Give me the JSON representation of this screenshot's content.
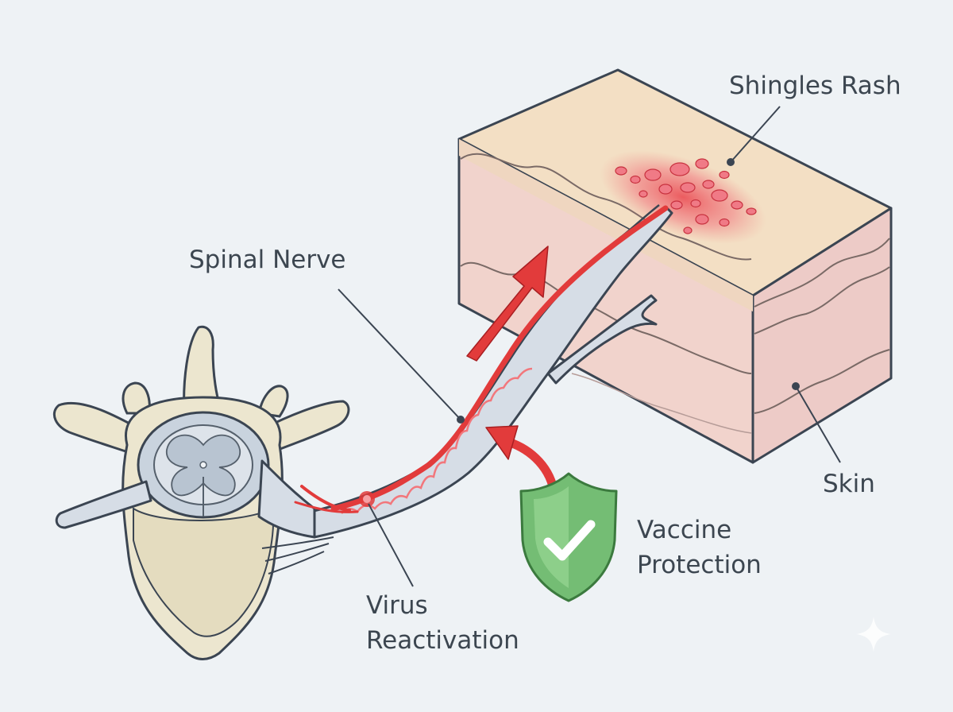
{
  "labels": {
    "shingles_rash": "Shingles Rash",
    "spinal_nerve": "Spinal Nerve",
    "skin": "Skin",
    "vaccine_protection": [
      "Vaccine",
      "Protection"
    ],
    "virus_reactivation": [
      "Virus",
      "Reactivation"
    ]
  },
  "colors": {
    "background": "#eef2f5",
    "skin_top": "#f3dfc4",
    "skin_side": "#f1d3cc",
    "skin_front": "#edcbc7",
    "nerve": "#d6dde6",
    "virus_red": "#e23b3b",
    "shield_green": "#74bd74",
    "outline": "#3b4552",
    "bone": "#ece6cf"
  },
  "icons": [
    "shield-check-icon",
    "sparkle-icon",
    "arrow-up-right-icon",
    "curved-arrow-icon"
  ]
}
